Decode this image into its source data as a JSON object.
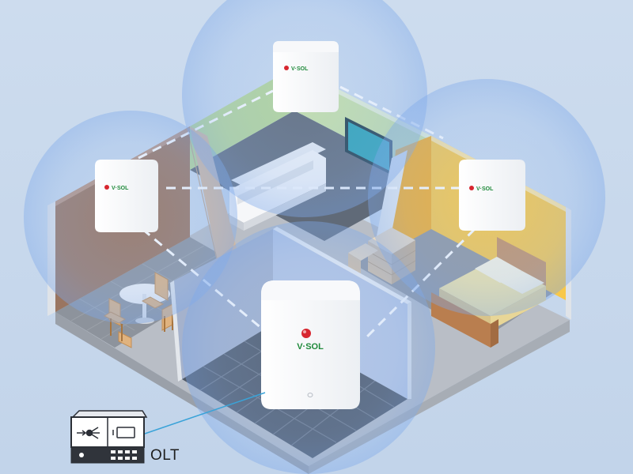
{
  "olt": {
    "label": "OLT"
  },
  "brand": {
    "name": "V·SOL"
  },
  "devices": [
    {
      "id": "mesh-node-kitchen",
      "brand": "V·SOL"
    },
    {
      "id": "mesh-node-living",
      "brand": "V·SOL"
    },
    {
      "id": "mesh-node-bedroom",
      "brand": "V·SOL"
    },
    {
      "id": "mesh-router-main",
      "brand": "V·SOL"
    }
  ],
  "colors": {
    "background": "#c9d9ec",
    "coverage": "#8fb6ee",
    "brand_red": "#d7262f",
    "brand_green": "#1f8a3b",
    "link_dash": "#ffffff",
    "fiber": "#3aa3d8"
  },
  "icons": [
    "olt-device-icon",
    "network-share-icon",
    "monitor-icon"
  ]
}
